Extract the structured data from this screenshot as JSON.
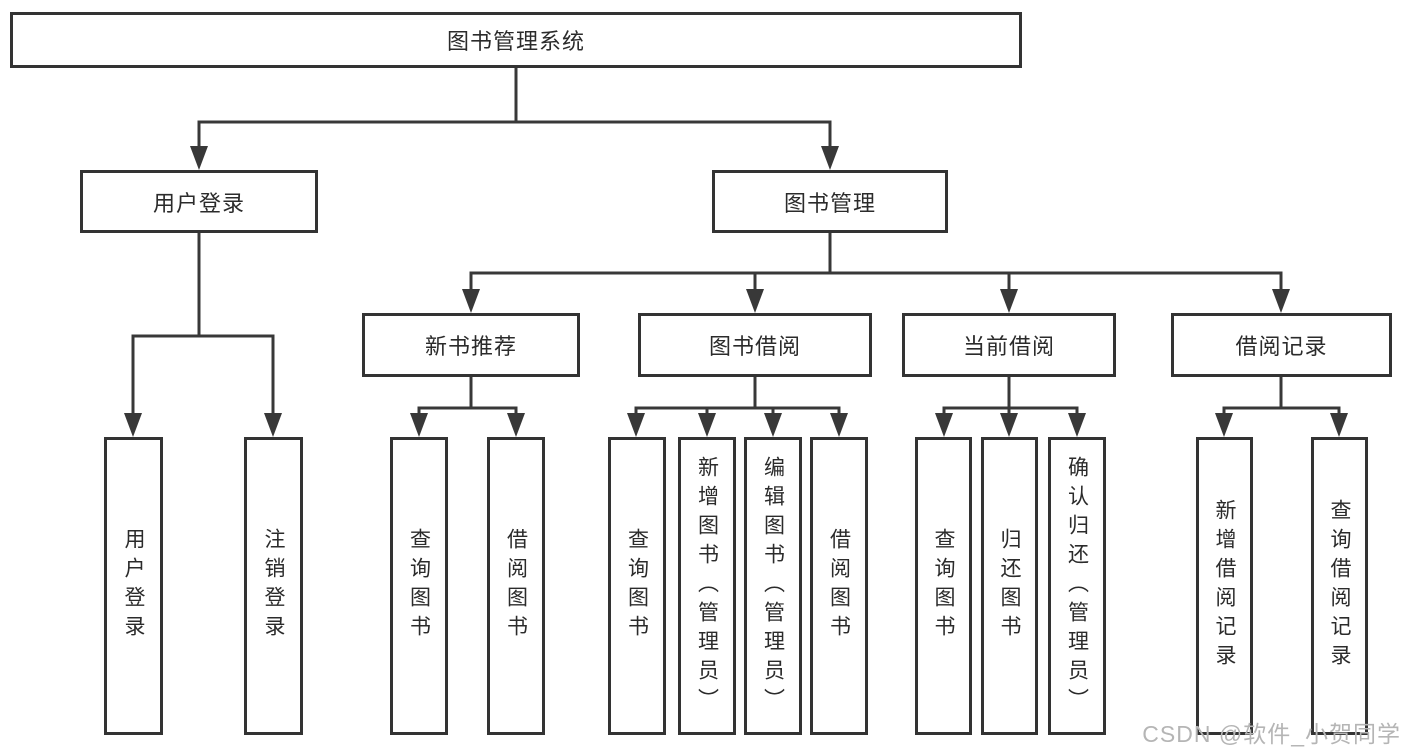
{
  "diagram": {
    "title": "图书管理系统",
    "nodes": {
      "root": "图书管理系统",
      "user_login": "用户登录",
      "book_management": "图书管理",
      "new_book_recommend": "新书推荐",
      "book_borrow": "图书借阅",
      "current_borrow": "当前借阅",
      "borrow_records": "借阅记录",
      "leaf_user_login": "用户登录",
      "leaf_logout": "注销登录",
      "leaf_rec_query_books": "查询图书",
      "leaf_rec_borrow_books": "借阅图书",
      "leaf_bb_query_books": "查询图书",
      "leaf_bb_add_books": "新增图书（管理员）",
      "leaf_bb_edit_books": "编辑图书（管理员）",
      "leaf_bb_borrow_books": "借阅图书",
      "leaf_cb_query_books": "查询图书",
      "leaf_cb_return_books": "归还图书",
      "leaf_cb_confirm_return": "确认归还（管理员）",
      "leaf_br_add_record": "新增借阅记录",
      "leaf_br_query_record": "查询借阅记录"
    },
    "hierarchy": {
      "图书管理系统": {
        "用户登录": [
          "用户登录",
          "注销登录"
        ],
        "图书管理": {
          "新书推荐": [
            "查询图书",
            "借阅图书"
          ],
          "图书借阅": [
            "查询图书",
            "新增图书（管理员）",
            "编辑图书（管理员）",
            "借阅图书"
          ],
          "当前借阅": [
            "查询图书",
            "归还图书",
            "确认归还（管理员）"
          ],
          "借阅记录": [
            "新增借阅记录",
            "查询借阅记录"
          ]
        }
      }
    },
    "colors": {
      "line": "#383838",
      "border": "#333333",
      "text": "#2b2b2b",
      "box_background": "#ffffff",
      "page_background": "#ffffff"
    }
  },
  "watermark": {
    "text": "CSDN @软件_小贺同学",
    "color": "#b5b5b5"
  }
}
